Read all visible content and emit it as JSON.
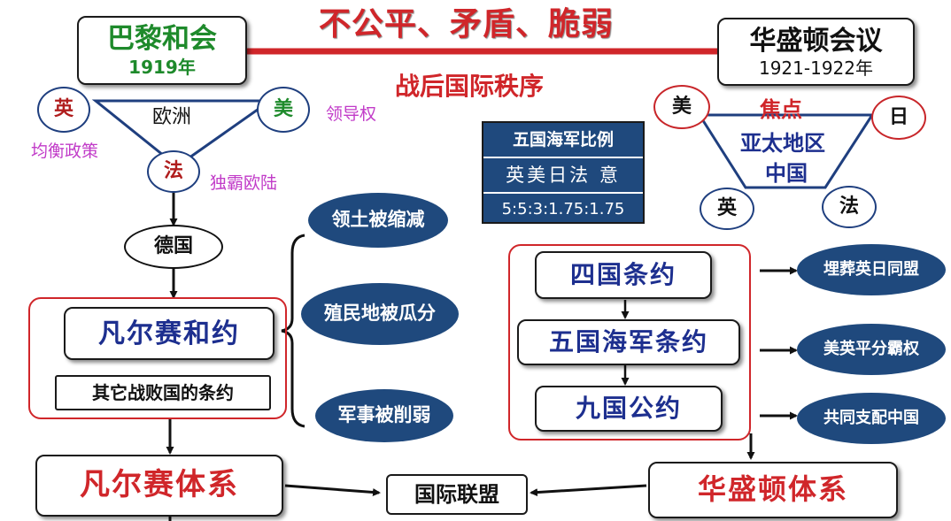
{
  "title": "不公平、矛盾、脆弱",
  "subtitle": "战后国际秩序",
  "paris": {
    "name": "巴黎和会",
    "year": "1919年"
  },
  "washington": {
    "name": "华盛顿会议",
    "year": "1921-1922年"
  },
  "left_triangle": {
    "center": "欧洲",
    "uk": "英",
    "us": "美",
    "fr": "法",
    "uk_note": "均衡政策",
    "us_note": "领导权",
    "fr_note": "独霸欧陆"
  },
  "germany": "德国",
  "versailles": "凡尔赛和约",
  "other_treaties": "其它战败国的条约",
  "punishments": [
    "领土被缩减",
    "殖民地被瓜分",
    "军事被削弱"
  ],
  "versailles_system": "凡尔赛体系",
  "league": "国际联盟",
  "washington_system": "华盛顿体系",
  "naval_ratio": {
    "title": "五国海军比例",
    "countries": "英美日法 意",
    "ratio": "5:5:3:1.75:1.75"
  },
  "right_trapezoid": {
    "focus": "焦点",
    "region": "亚太地区",
    "china": "中国",
    "us": "美",
    "jp": "日",
    "uk": "英",
    "fr": "法"
  },
  "treaties": [
    {
      "name": "四国条约",
      "result": "埋葬英日同盟"
    },
    {
      "name": "五国海军条约",
      "result": "美英平分霸权"
    },
    {
      "name": "九国公约",
      "result": "共同支配中国"
    }
  ],
  "colors": {
    "red": "#d0262a",
    "green": "#1e8a2b",
    "navy": "#1f497d",
    "magenta": "#c13bc8",
    "blue_text": "#1d2f8f"
  }
}
